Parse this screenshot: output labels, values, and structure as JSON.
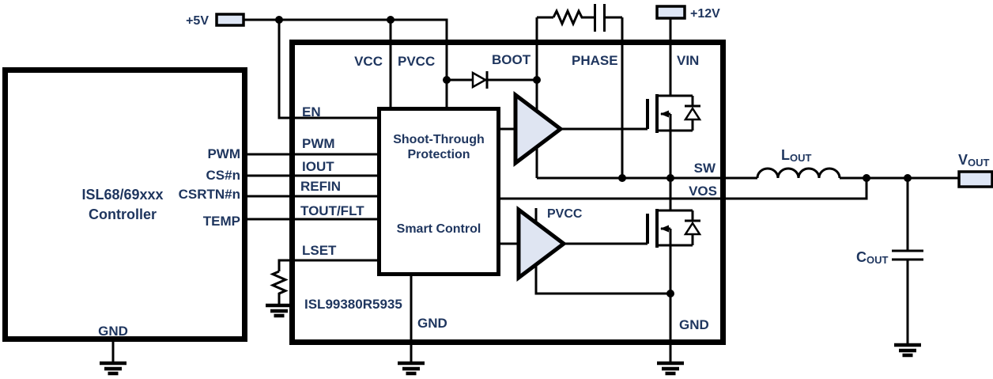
{
  "supplies": {
    "v5": "+5V",
    "v12": "+12V"
  },
  "controller": {
    "name_line1": "ISL68/69xxx",
    "name_line2": "Controller",
    "pin_pwm": "PWM",
    "pin_csn": "CS#n",
    "pin_csrtn": "CSRTN#n",
    "pin_temp": "TEMP",
    "pin_gnd": "GND"
  },
  "power_stage": {
    "part_number": "ISL99380R5935",
    "pin_vcc": "VCC",
    "pin_pvcc": "PVCC",
    "pin_boot": "BOOT",
    "pin_phase": "PHASE",
    "pin_vin": "VIN",
    "pin_en": "EN",
    "pin_pwm": "PWM",
    "pin_iout": "IOUT",
    "pin_refin": "REFIN",
    "pin_toutflt": "TOUT/FLT",
    "pin_lset": "LSET",
    "pin_sw": "SW",
    "pin_vos": "VOS",
    "pin_gnd_left": "GND",
    "pin_gnd_right": "GND",
    "block_line1": "Shoot-Through",
    "block_line2": "Protection",
    "block_line3": "Smart Control",
    "driver_supply_label": "PVCC"
  },
  "output_network": {
    "inductor_main": "L",
    "inductor_sub": "OUT",
    "cap_main": "C",
    "cap_sub": "OUT",
    "vout_main": "V",
    "vout_sub": "OUT"
  },
  "colors": {
    "line": "#000000",
    "label_text": "#1e355e",
    "driver_fill": "#dfe5f2",
    "terminal_fill": "#dee6f5"
  }
}
